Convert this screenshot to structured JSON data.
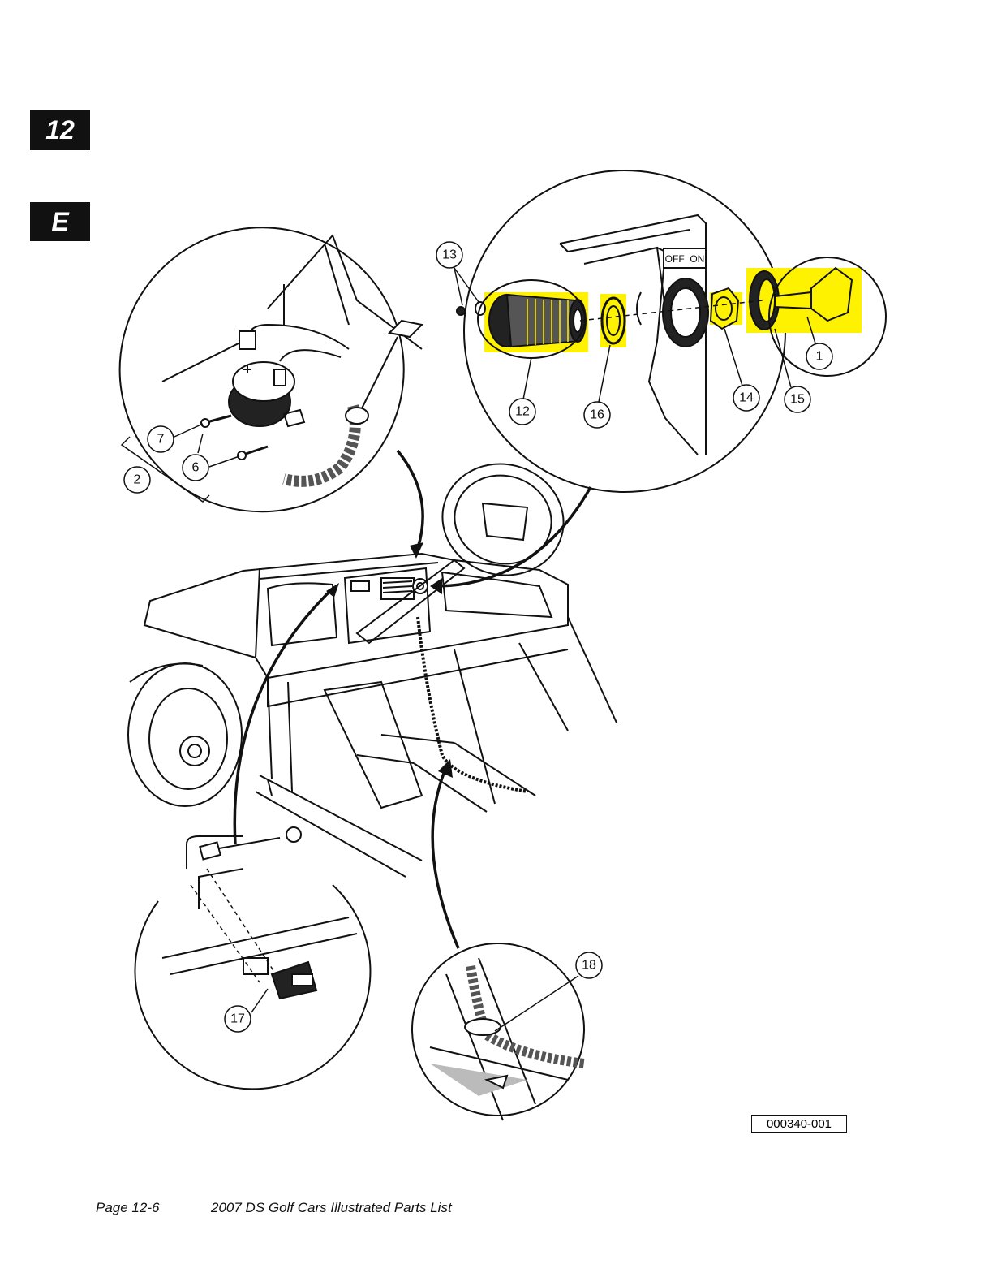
{
  "section_tab": "12",
  "subsection_tab": "E",
  "switch_label": "OFF  ON",
  "callouts": [
    "13",
    "12",
    "16",
    "14",
    "15",
    "1",
    "7",
    "6",
    "2",
    "17",
    "18"
  ],
  "figure_number": "000340-001",
  "footer": {
    "page": "Page 12-6",
    "title": "2007 DS Golf Cars Illustrated Parts List"
  },
  "colors": {
    "highlight": "#fff200",
    "line": "#111111"
  }
}
